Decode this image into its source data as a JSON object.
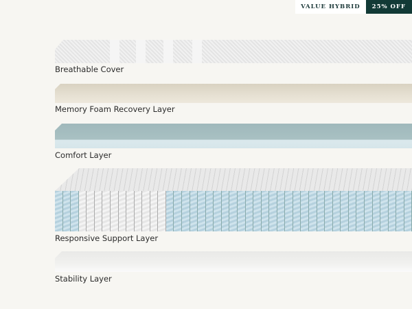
{
  "badges": {
    "type": "VALUE HYBRID",
    "discount": "25% OFF"
  },
  "layers": [
    {
      "name": "Breathable Cover"
    },
    {
      "name": "Memory Foam Recovery Layer"
    },
    {
      "name": "Comfort Layer"
    },
    {
      "name": "Responsive Support Layer"
    },
    {
      "name": "Stability Layer"
    }
  ]
}
